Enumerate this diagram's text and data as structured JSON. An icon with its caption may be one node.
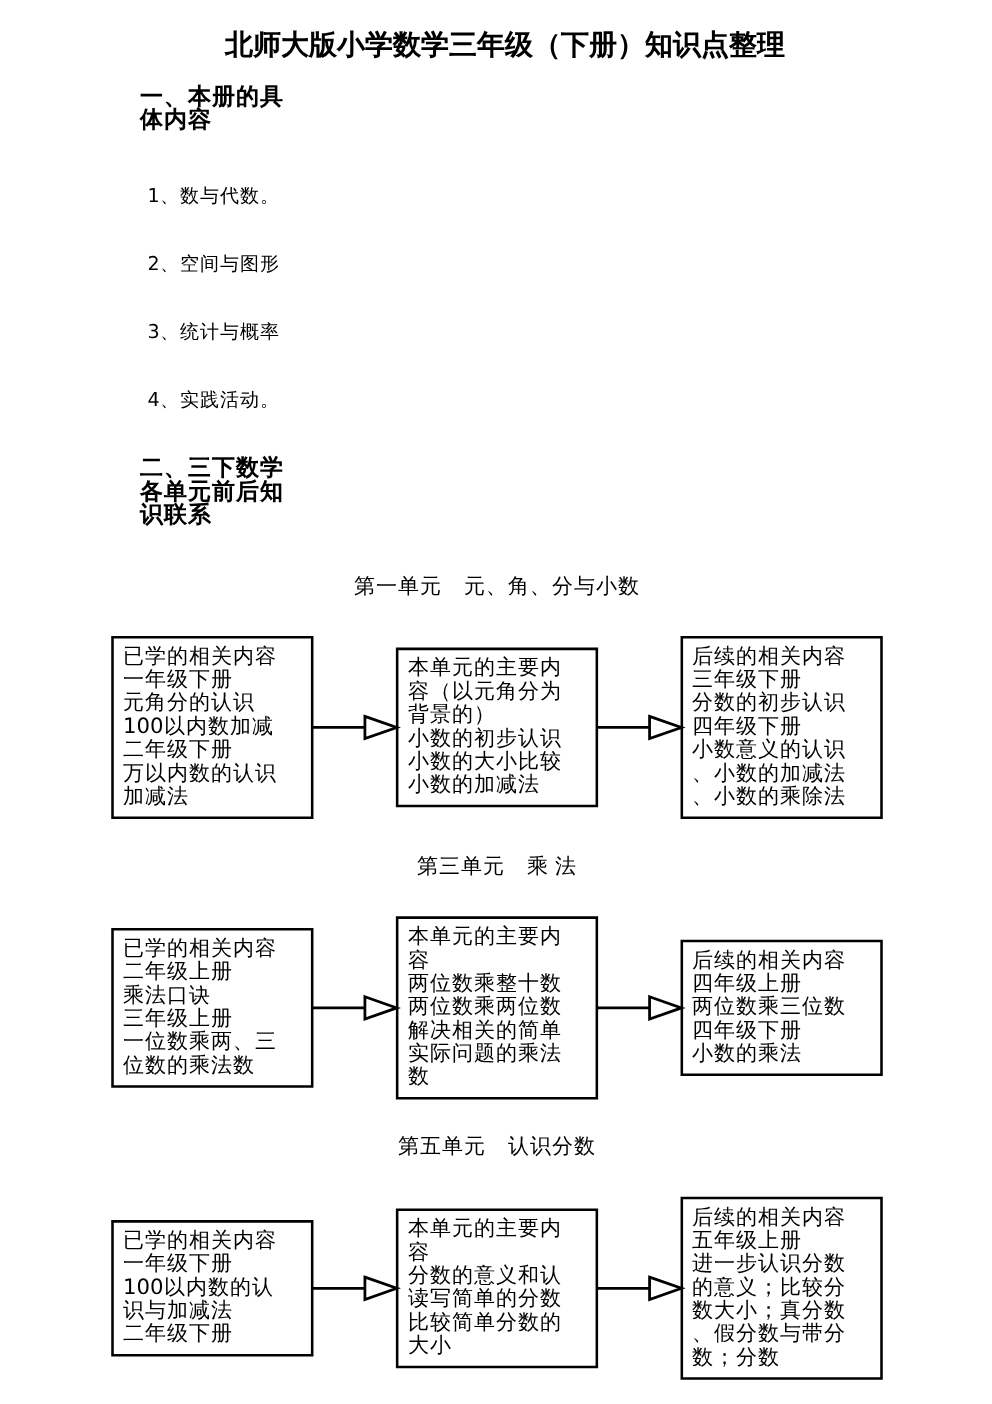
{
  "diagram": {
    "title": "北师大版小学数学三年级（下册）知识点整理",
    "nodes": [
      {
        "text": [
          "已学的相关内容",
          "一年级下册",
          "元角分的认识",
          "100以内数加减",
          "二年级下册",
          "万以内数的认识",
          "加减法"
        ]
      },
      {
        "text": [
          "本单元的主要内容（以元角分为背景的）",
          "小数的初步认识",
          "小数的大小比较",
          "小数的加减法"
        ]
      },
      {
        "text": [
          "后续的相关内容",
          "三年级下册",
          "分数的初步认识四年级下册",
          "小数意义的认识、小数的加减法、小数的乘除法"
        ]
      },
      {
        "text": [
          "已学的相关内容",
          "二年级上册",
          "乘法口诀",
          "三年级上册",
          "一位数乘两、三位数的乘法数"
        ]
      },
      {
        "text": [
          "本单元的主要内容",
          "两位数乘整十数",
          "两位数乘两位数",
          "解决相关的简单实际问题的乘法数"
        ]
      },
      {
        "text": [
          "后续的相关内容",
          "四年级上册",
          "两位数乘三位数",
          "四年级下册",
          "小数的乘法"
        ]
      },
      {
        "text": [
          "已学的相关内容",
          "一年级下册",
          "100以内数的认识与加减法",
          "二年级下册"
        ]
      },
      {
        "text": [
          "本单元的主要内容",
          "分数的意义和认读写简单的分数",
          "比较简单分数的大小"
        ]
      },
      {
        "text": [
          "后续的相关内容",
          "五年级上册",
          "进一步认识分数的意义；比较分数大小；真分数、假分数与带分数；分数"
        ]
      }
    ],
    "edges": [
      {
        "from": 0,
        "to": 1,
        "arrow": "to"
      },
      {
        "from": 1,
        "to": 2,
        "arrow": "to"
      },
      {
        "from": 3,
        "to": 4,
        "arrow": "to"
      },
      {
        "from": 4,
        "to": 5,
        "arrow": "to"
      },
      {
        "from": 6,
        "to": 7,
        "arrow": "to"
      },
      {
        "from": 7,
        "to": 8,
        "arrow": "to"
      }
    ],
    "labels": [
      "一、本册的具体内容",
      "1、数与代数。",
      "2、空间与图形",
      "3、统计与概率",
      "4、实践活动。",
      "二、三下数学各单元前后知识联系",
      "第一单元　元、角、分与小数",
      "第三单元　乘 法",
      "第五单元　认识分数"
    ]
  }
}
